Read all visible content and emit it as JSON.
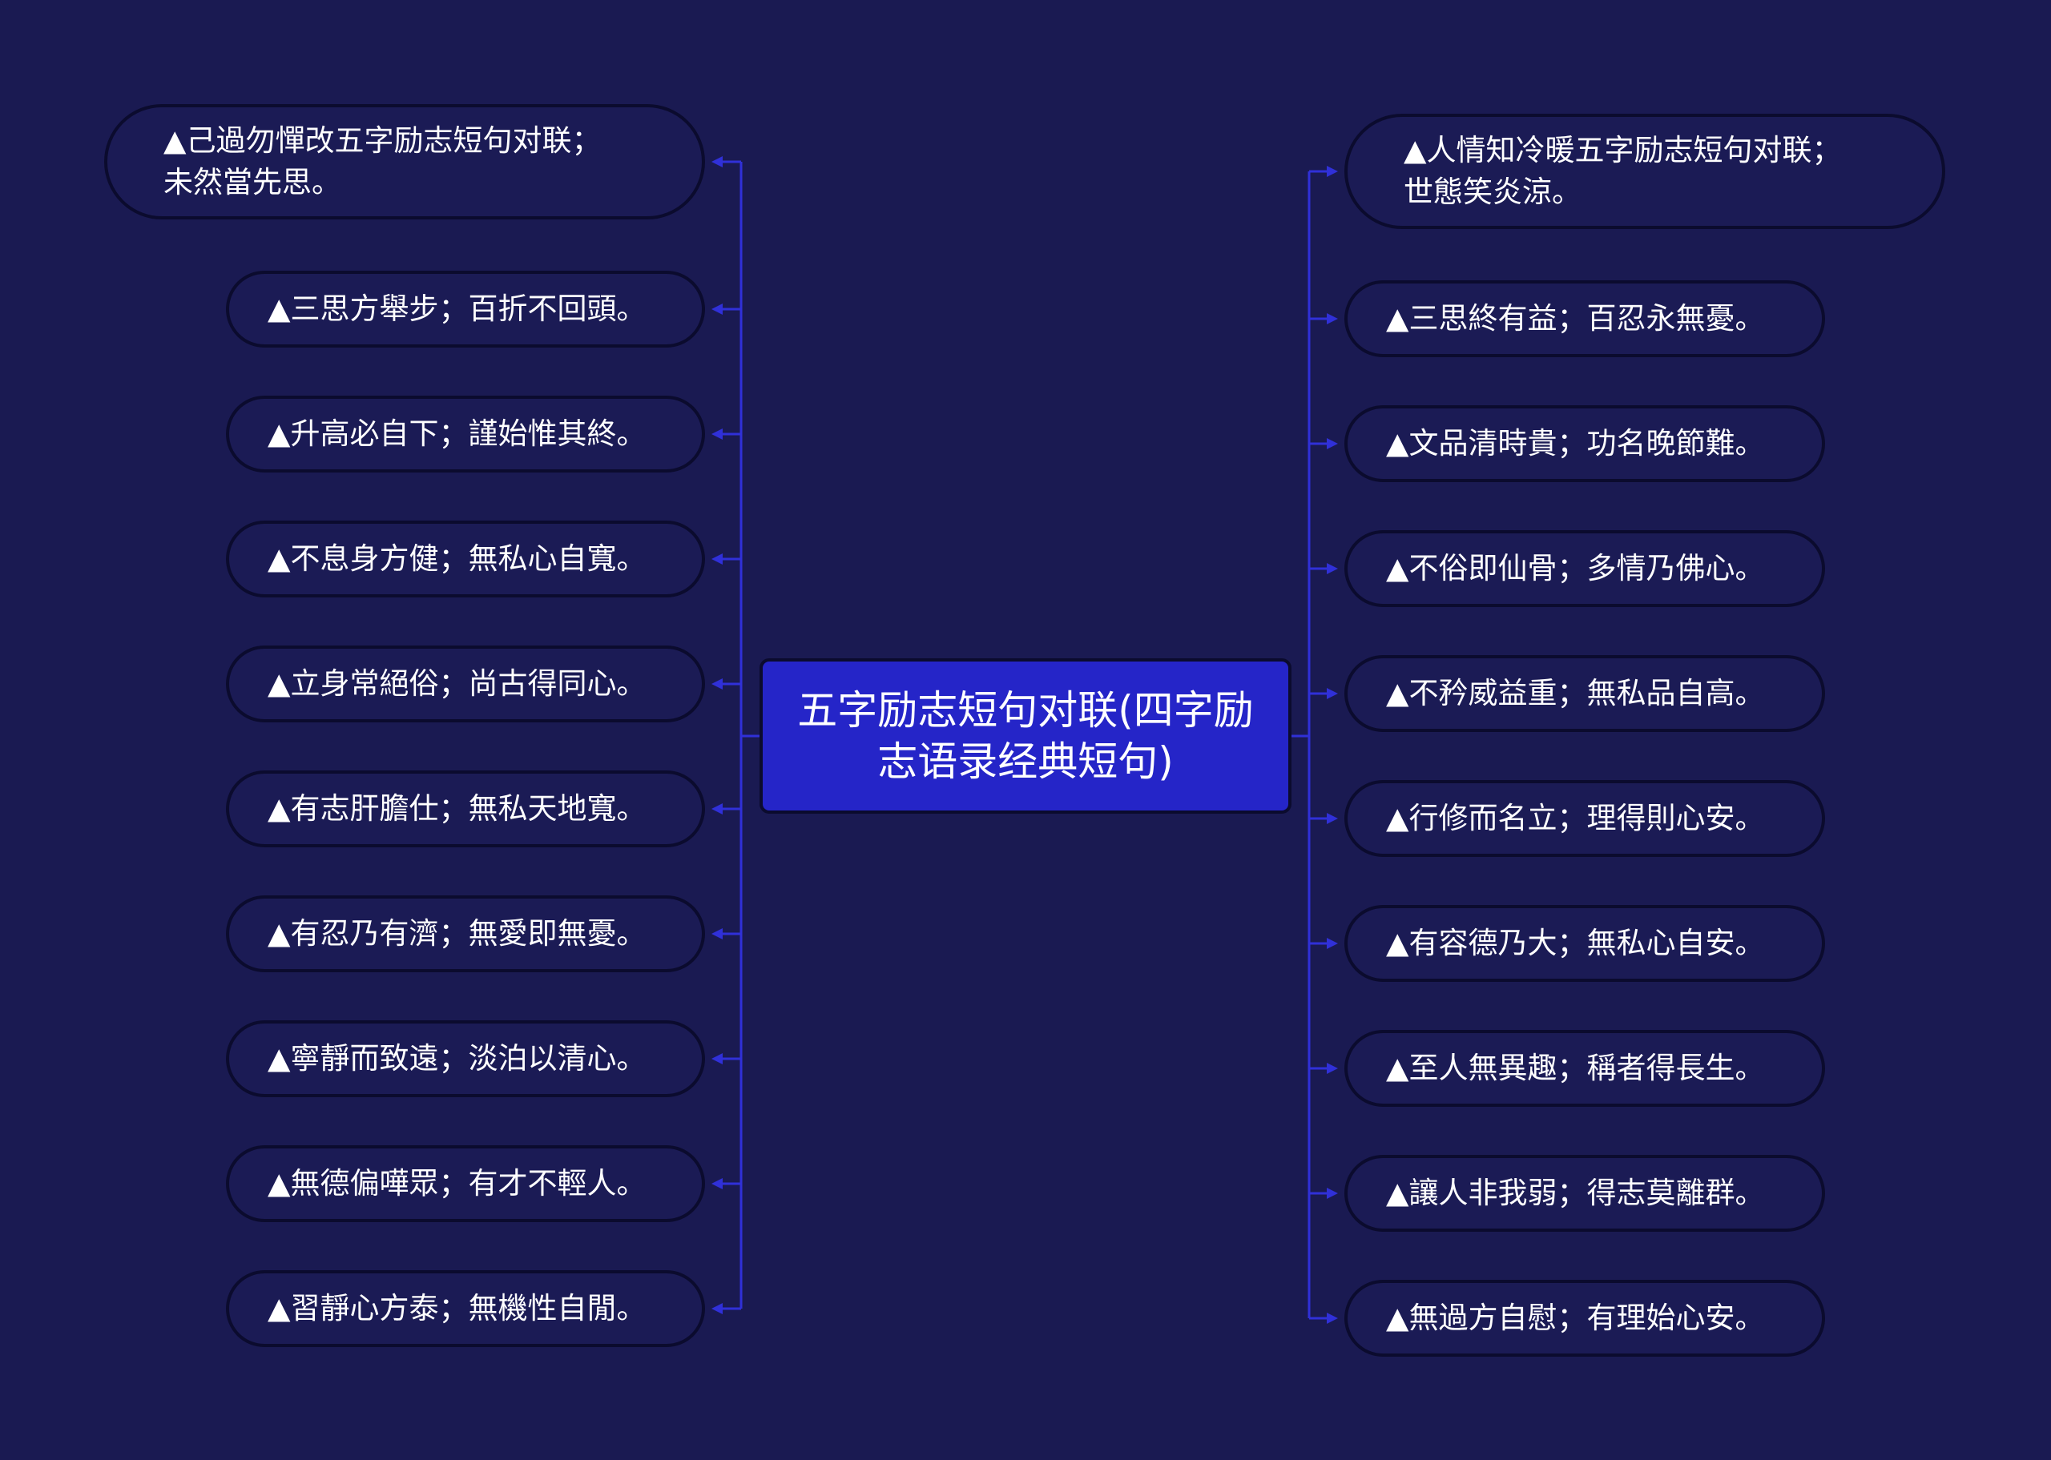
{
  "root": {
    "label": "五字励志短句对联(四字励\n志语录经典短句)"
  },
  "left": [
    "▲己過勿憚改五字励志短句对联；\n未然當先思。",
    "▲三思方舉步；百折不回頭。",
    "▲升高必自下；謹始惟其終。",
    "▲不息身方健；無私心自寬。",
    "▲立身常絕俗；尚古得同心。",
    "▲有志肝膽仕；無私天地寬。",
    "▲有忍乃有濟；無愛即無憂。",
    "▲寧靜而致遠；淡泊以清心。",
    "▲無德偏嘩眾；有才不輕人。",
    "▲習靜心方泰；無機性自閒。"
  ],
  "right": [
    "▲人情知冷暖五字励志短句对联；\n世態笑炎涼。",
    "▲三思終有益；百忍永無憂。",
    "▲文品清時貴；功名晚節難。",
    "▲不俗即仙骨；多情乃佛心。",
    "▲不矜威益重；無私品自高。",
    "▲行修而名立；理得則心安。",
    "▲有容德乃大；無私心自安。",
    "▲至人無異趣；稱者得長生。",
    "▲讓人非我弱；得志莫離群。",
    "▲無過方自慰；有理始心安。"
  ],
  "colors": {
    "background": "#1a1a52",
    "root_fill": "#2525c8",
    "node_fill": "#1b1b55",
    "connector": "#3030d8"
  }
}
